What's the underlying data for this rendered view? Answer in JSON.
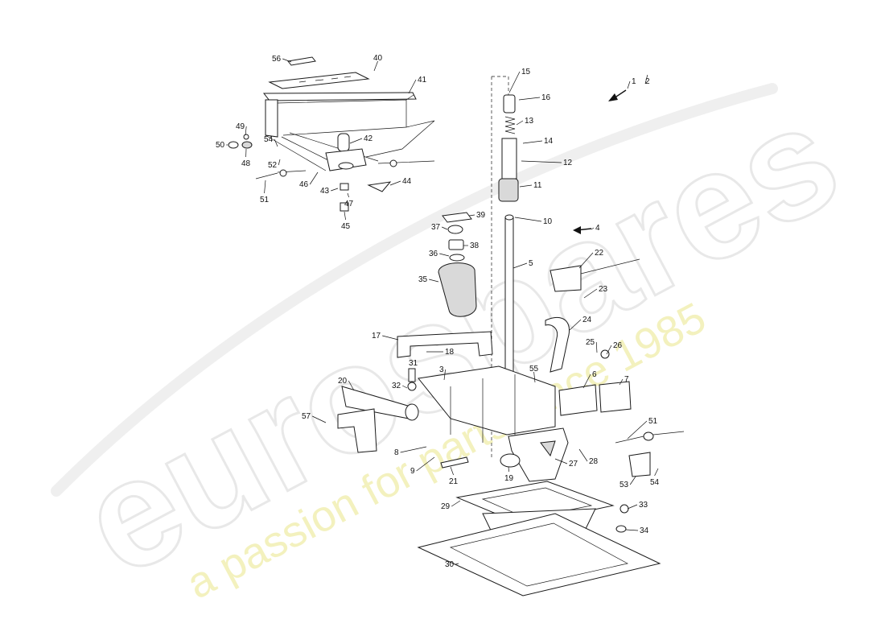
{
  "watermark": {
    "brand": "eurospares",
    "tagline": "a passion for parts since 1985",
    "tagline_color": "#f2f0b8"
  },
  "callouts": [
    {
      "id": "56",
      "text": "56"
    },
    {
      "id": "40",
      "text": "40"
    },
    {
      "id": "41",
      "text": "41"
    },
    {
      "id": "49",
      "text": "49"
    },
    {
      "id": "50",
      "text": "50"
    },
    {
      "id": "48",
      "text": "48"
    },
    {
      "id": "54a",
      "text": "54"
    },
    {
      "id": "52",
      "text": "52"
    },
    {
      "id": "42",
      "text": "42"
    },
    {
      "id": "46",
      "text": "46"
    },
    {
      "id": "43",
      "text": "43"
    },
    {
      "id": "47",
      "text": "47"
    },
    {
      "id": "44",
      "text": "44"
    },
    {
      "id": "45",
      "text": "45"
    },
    {
      "id": "51a",
      "text": "51"
    },
    {
      "id": "15",
      "text": "15"
    },
    {
      "id": "16",
      "text": "16"
    },
    {
      "id": "13",
      "text": "13"
    },
    {
      "id": "14",
      "text": "14"
    },
    {
      "id": "12",
      "text": "12"
    },
    {
      "id": "11",
      "text": "11"
    },
    {
      "id": "10",
      "text": "10"
    },
    {
      "id": "39",
      "text": "39"
    },
    {
      "id": "37",
      "text": "37"
    },
    {
      "id": "38",
      "text": "38"
    },
    {
      "id": "36",
      "text": "36"
    },
    {
      "id": "35",
      "text": "35"
    },
    {
      "id": "5",
      "text": "5"
    },
    {
      "id": "4",
      "text": "4"
    },
    {
      "id": "1",
      "text": "1"
    },
    {
      "id": "2",
      "text": "2"
    },
    {
      "id": "22",
      "text": "22"
    },
    {
      "id": "23",
      "text": "23"
    },
    {
      "id": "24",
      "text": "24"
    },
    {
      "id": "17",
      "text": "17"
    },
    {
      "id": "18",
      "text": "18"
    },
    {
      "id": "25",
      "text": "25"
    },
    {
      "id": "26",
      "text": "26"
    },
    {
      "id": "31",
      "text": "31"
    },
    {
      "id": "3",
      "text": "3"
    },
    {
      "id": "55",
      "text": "55"
    },
    {
      "id": "6",
      "text": "6"
    },
    {
      "id": "7",
      "text": "7"
    },
    {
      "id": "20",
      "text": "20"
    },
    {
      "id": "32",
      "text": "32"
    },
    {
      "id": "57",
      "text": "57"
    },
    {
      "id": "51b",
      "text": "51"
    },
    {
      "id": "8",
      "text": "8"
    },
    {
      "id": "9",
      "text": "9"
    },
    {
      "id": "19",
      "text": "19"
    },
    {
      "id": "27",
      "text": "27"
    },
    {
      "id": "28",
      "text": "28"
    },
    {
      "id": "21",
      "text": "21"
    },
    {
      "id": "53",
      "text": "53"
    },
    {
      "id": "54b",
      "text": "54"
    },
    {
      "id": "29",
      "text": "29"
    },
    {
      "id": "33",
      "text": "33"
    },
    {
      "id": "34",
      "text": "34"
    },
    {
      "id": "30",
      "text": "30"
    }
  ]
}
